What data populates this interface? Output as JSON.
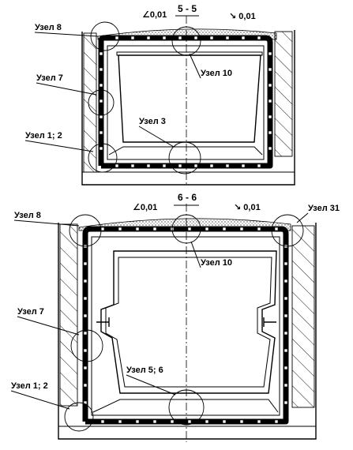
{
  "section_top": {
    "title": "5 - 5",
    "slope_left": "∠0,01",
    "slope_right": "↘ 0,01",
    "labels": {
      "node8": "Узел 8",
      "node7": "Узел 7",
      "node12": "Узел 1; 2",
      "node10": "Узел 10",
      "node3": "Узел 3"
    }
  },
  "section_bottom": {
    "title": "6 - 6",
    "slope_left": "∠0,01",
    "slope_right": "↘ 0,01",
    "labels": {
      "node8": "Узел 8",
      "node31": "Узел 31",
      "node10": "Узел 10",
      "node7": "Узел 7",
      "node56": "Узел 5; 6",
      "node12": "Узел 1; 2"
    }
  }
}
